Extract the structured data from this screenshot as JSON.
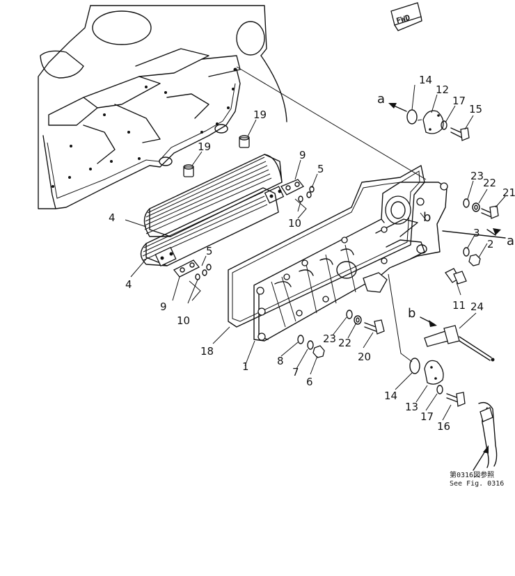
{
  "direction_tag": "FWD",
  "view_markers": [
    "a",
    "a",
    "b",
    "b"
  ],
  "parts": [
    {
      "no": "1"
    },
    {
      "no": "2"
    },
    {
      "no": "3"
    },
    {
      "no": "4"
    },
    {
      "no": "4"
    },
    {
      "no": "5"
    },
    {
      "no": "5"
    },
    {
      "no": "6"
    },
    {
      "no": "7"
    },
    {
      "no": "8"
    },
    {
      "no": "9"
    },
    {
      "no": "9"
    },
    {
      "no": "10"
    },
    {
      "no": "10"
    },
    {
      "no": "11"
    },
    {
      "no": "12"
    },
    {
      "no": "13"
    },
    {
      "no": "14"
    },
    {
      "no": "14"
    },
    {
      "no": "15"
    },
    {
      "no": "16"
    },
    {
      "no": "17"
    },
    {
      "no": "17"
    },
    {
      "no": "18"
    },
    {
      "no": "19"
    },
    {
      "no": "19"
    },
    {
      "no": "20"
    },
    {
      "no": "21"
    },
    {
      "no": "22"
    },
    {
      "no": "22"
    },
    {
      "no": "23"
    },
    {
      "no": "23"
    },
    {
      "no": "24"
    }
  ],
  "reference_note": {
    "line1": "第0316図参照",
    "line2": "See Fig. 0316"
  }
}
